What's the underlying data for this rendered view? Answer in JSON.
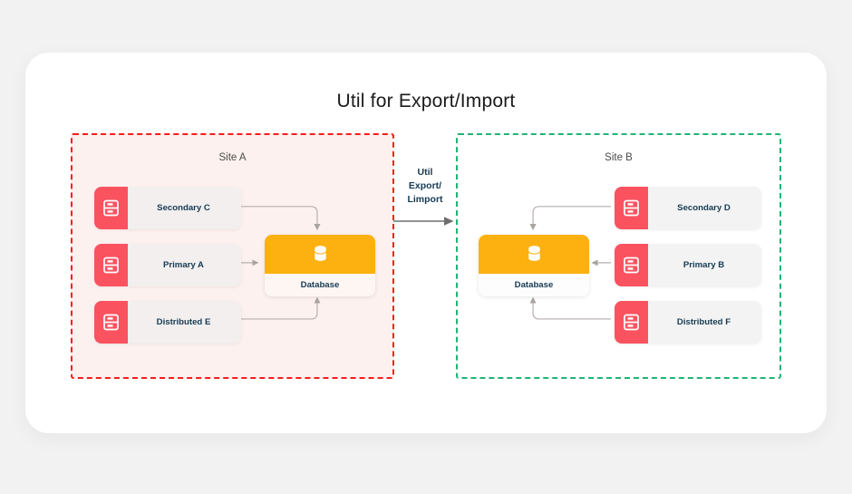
{
  "diagram": {
    "title": "Util for Export/Import",
    "background_color": "#f2f2f3",
    "card_color": "#ffffff",
    "sites": [
      {
        "id": "site-a",
        "label": "Site A",
        "border_color": "#f81c1c",
        "border_style": "dashed",
        "background_color": "#fdf1ef",
        "nodes": [
          {
            "label": "Secondary C",
            "icon": "server-rack-icon",
            "icon_color": "#fb5260"
          },
          {
            "label": "Primary A",
            "icon": "server-rack-icon",
            "icon_color": "#fb5260"
          },
          {
            "label": "Distributed E",
            "icon": "server-rack-icon",
            "icon_color": "#fb5260"
          }
        ],
        "database": {
          "label": "Database",
          "icon": "database-cylinder-icon",
          "header_color": "#fcb110"
        }
      },
      {
        "id": "site-b",
        "label": "Site B",
        "border_color": "#20b573",
        "border_style": "dashed",
        "background_color": "#ffffff",
        "nodes": [
          {
            "label": "Secondary D",
            "icon": "server-rack-icon",
            "icon_color": "#fb5260"
          },
          {
            "label": "Primary B",
            "icon": "server-rack-icon",
            "icon_color": "#fb5260"
          },
          {
            "label": "Distributed F",
            "icon": "server-rack-icon",
            "icon_color": "#fb5260"
          }
        ],
        "database": {
          "label": "Database",
          "icon": "database-cylinder-icon",
          "header_color": "#fcb110"
        }
      }
    ],
    "transfer": {
      "line1": "Util",
      "line2": "Export/",
      "line3": "Limport",
      "arrow_direction": "left-to-right",
      "arrow_color": "#6f6f6f"
    },
    "connector_color": "#b0aaa8",
    "label_color": "#153a54"
  }
}
